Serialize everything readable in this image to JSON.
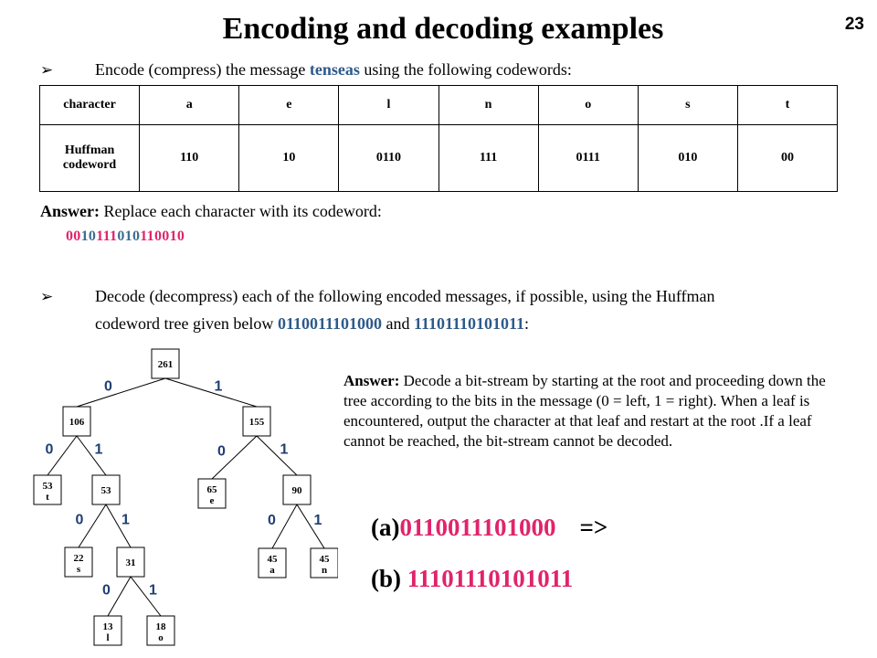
{
  "slide": {
    "title": "Encoding and decoding examples",
    "page_number": "23"
  },
  "bullet1": {
    "arrow": "➢",
    "text_before": "Encode (compress) the message ",
    "word": "tenseas",
    "text_after": " using the following codewords:"
  },
  "codeword_table": {
    "header_label": "character",
    "chars": [
      "a",
      "e",
      "l",
      "n",
      "o",
      "s",
      "t"
    ],
    "row_label_line1": "Huffman",
    "row_label_line2": "codeword",
    "codes": [
      "110",
      "10",
      "0110",
      "111",
      "0111",
      "010",
      "00"
    ]
  },
  "answer1": {
    "label": "Answer:",
    "text": " Replace each character with its codeword:",
    "encoded_segments": [
      "00",
      "10",
      "111",
      "010",
      "110",
      "010"
    ]
  },
  "bullet2": {
    "arrow": "➢",
    "line1": "Decode (decompress) each of the following encoded messages, if possible, using the Huffman",
    "line2_before": "codeword tree given below ",
    "msg1": "0110011101000",
    "line2_mid": " and ",
    "msg2": "11101110101011",
    "line2_after": ":"
  },
  "answer2": {
    "label": "Answer:",
    "text": " Decode a bit-stream by starting at the root and proceeding down the tree according to the bits in the message (0 = left, 1 = right). When a leaf is encountered, output the character at that leaf and restart at the root .If a leaf cannot be reached, the bit-stream cannot be decoded."
  },
  "examples": {
    "a_label": "(a)",
    "a_bits": "0110011101000",
    "a_arrow": "=>",
    "b_label": "(b) ",
    "b_bits": "11101110101011"
  },
  "tree": {
    "nodes": [
      {
        "id": "n261",
        "weight": "261",
        "char": ""
      },
      {
        "id": "n106",
        "weight": "106",
        "char": ""
      },
      {
        "id": "n155",
        "weight": "155",
        "char": ""
      },
      {
        "id": "n53t",
        "weight": "53",
        "char": "t"
      },
      {
        "id": "n53",
        "weight": "53",
        "char": ""
      },
      {
        "id": "n65e",
        "weight": "65",
        "char": "e"
      },
      {
        "id": "n90",
        "weight": "90",
        "char": ""
      },
      {
        "id": "n22s",
        "weight": "22",
        "char": "s"
      },
      {
        "id": "n31",
        "weight": "31",
        "char": ""
      },
      {
        "id": "n45a",
        "weight": "45",
        "char": "a"
      },
      {
        "id": "n45n",
        "weight": "45",
        "char": "n"
      },
      {
        "id": "n13l",
        "weight": "13",
        "char": "l"
      },
      {
        "id": "n18o",
        "weight": "18",
        "char": "o"
      }
    ],
    "edges": [
      {
        "from": "n261",
        "to": "n106",
        "bit": "0"
      },
      {
        "from": "n261",
        "to": "n155",
        "bit": "1"
      },
      {
        "from": "n106",
        "to": "n53t",
        "bit": "0"
      },
      {
        "from": "n106",
        "to": "n53",
        "bit": "1"
      },
      {
        "from": "n155",
        "to": "n65e",
        "bit": "0"
      },
      {
        "from": "n155",
        "to": "n90",
        "bit": "1"
      },
      {
        "from": "n53",
        "to": "n22s",
        "bit": "0"
      },
      {
        "from": "n53",
        "to": "n31",
        "bit": "1"
      },
      {
        "from": "n90",
        "to": "n45a",
        "bit": "0"
      },
      {
        "from": "n90",
        "to": "n45n",
        "bit": "1"
      },
      {
        "from": "n31",
        "to": "n13l",
        "bit": "0"
      },
      {
        "from": "n31",
        "to": "n18o",
        "bit": "1"
      }
    ]
  }
}
